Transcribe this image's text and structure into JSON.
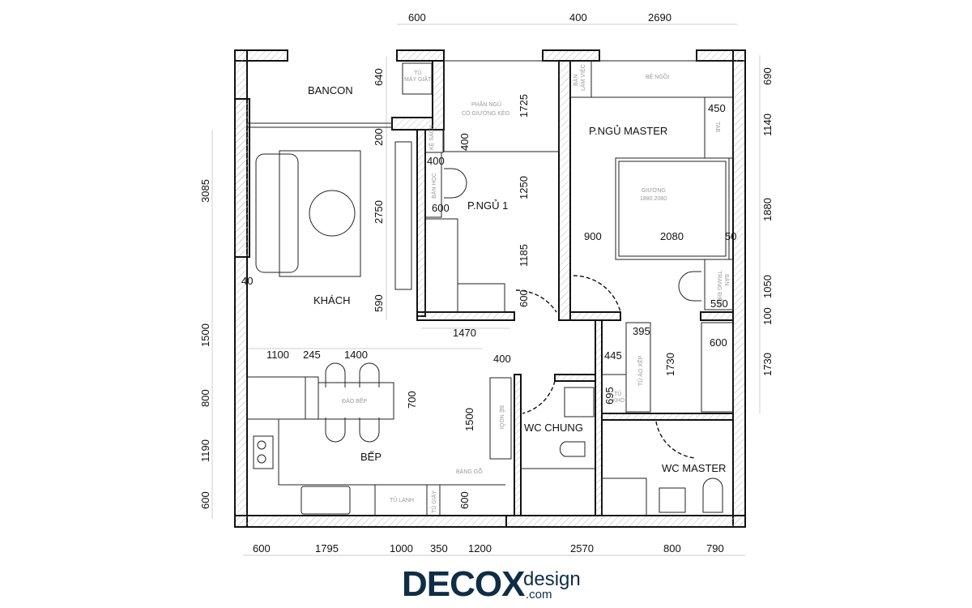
{
  "rooms": {
    "bancon": "BANCON",
    "bedroom1": "P.NGỦ 1",
    "master": "P.NGỦ MASTER",
    "living": "KHÁCH",
    "kitchen": "BẾP",
    "wc_common": "WC CHUNG",
    "wc_master": "WC MASTER"
  },
  "furniture": {
    "washer_1": "TỦ",
    "washer_2": "MÁY GIẶT",
    "sleep_1": "PHẦN NGỦ",
    "sleep_2": "CÓ GIƯỜNG KÉO",
    "bookshelf": "KỆ SÁCH",
    "study_desk": "BÀN HỌC",
    "work_desk_1": "BÀN",
    "work_desk_2": "LÀM VIỆC",
    "window_seat": "BỆ NGỒI",
    "tab": "TAB",
    "bed_1": "GIƯỜNG",
    "bed_2": "1880.2080",
    "dresser_1": "BÀN",
    "dresser_2": "TRANG ĐIỂM",
    "wardrobe": "TỦ ÁO XẾP",
    "storage_1": "TỦ",
    "storage_2": "KHO",
    "bench": "BỆ NGỒI",
    "wood_panel": "BẢNG GỖ",
    "island": "ĐẢO BẾP",
    "fridge": "TỦ LẠNH",
    "shoe_cabinet": "TỦ GIÀY"
  },
  "dims": {
    "top": [
      "600",
      "400",
      "2690"
    ],
    "bottom": [
      "600",
      "1795",
      "1000",
      "350",
      "1200",
      "2570",
      "800",
      "790"
    ],
    "left": [
      "3085",
      "1500",
      "800",
      "1190",
      "600"
    ],
    "right": [
      "690",
      "1140",
      "1880",
      "1050",
      "100",
      "1730"
    ],
    "interior": [
      "640",
      "200",
      "2750",
      "590",
      "40",
      "1725",
      "400",
      "400",
      "1250",
      "600",
      "1185",
      "600",
      "1470",
      "450",
      "900",
      "2080",
      "50",
      "550",
      "600",
      "395",
      "1730",
      "445",
      "695",
      "400",
      "1500",
      "700",
      "1100",
      "245",
      "1400",
      "600"
    ]
  },
  "logo": {
    "main": "DECOX",
    "sub": "design",
    "domain": ".com"
  }
}
